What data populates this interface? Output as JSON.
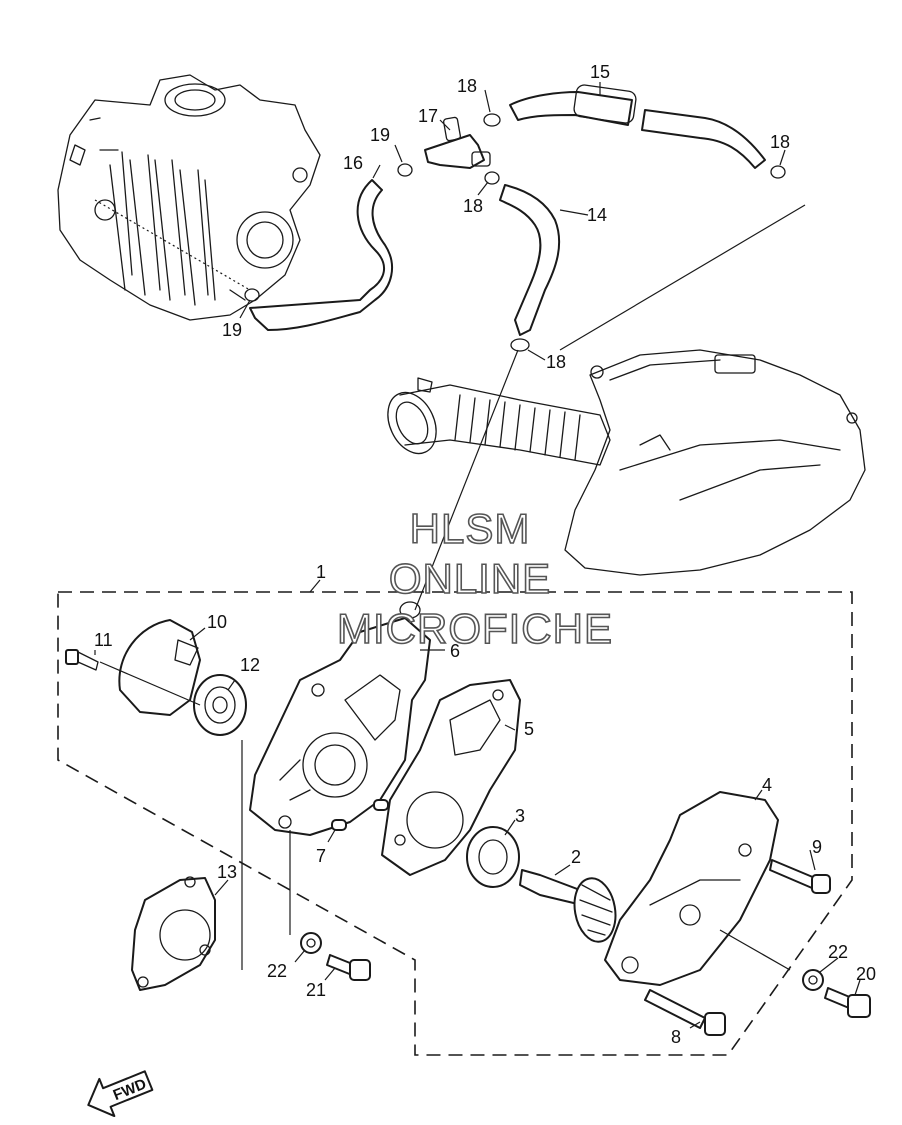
{
  "watermark": {
    "line1": "HLSM",
    "line2": "ONLINE",
    "line3": "MICROFICHE",
    "color": "#555555"
  },
  "direction_label": "FWD",
  "callouts": {
    "c1": "1",
    "c2": "2",
    "c3": "3",
    "c4": "4",
    "c5": "5",
    "c6": "6",
    "c7": "7",
    "c8": "8",
    "c9": "9",
    "c10": "10",
    "c11": "11",
    "c12": "12",
    "c13": "13",
    "c14": "14",
    "c15": "15",
    "c16": "16",
    "c17": "17",
    "c18": "18",
    "c19": "19",
    "c20": "20",
    "c21": "21",
    "c22": "22"
  }
}
